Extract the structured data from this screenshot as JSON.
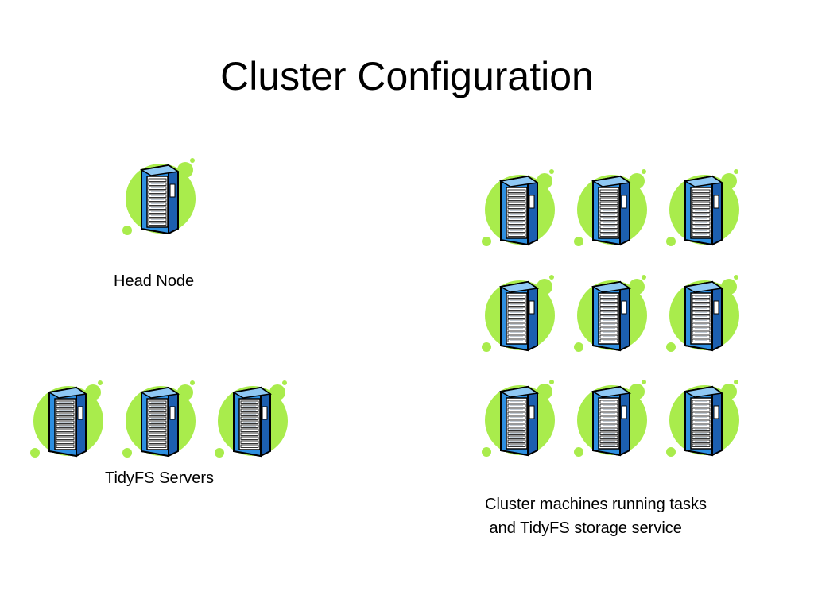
{
  "slide": {
    "title": "Cluster Configuration",
    "labels": {
      "head_node": "Head Node",
      "tidyfs_servers": "TidyFS Servers",
      "cluster_machines": "Cluster machines running tasks\n and TidyFS storage service"
    }
  },
  "groups": {
    "head_node_count": 1,
    "tidyfs_server_count": 3,
    "cluster_machine_count": 9
  },
  "icon": "server-tower-icon",
  "colors": {
    "blob": "#a9ec4c",
    "server_face": "#2e8fe0",
    "server_side": "#1c5fb0",
    "outline": "#000000"
  }
}
